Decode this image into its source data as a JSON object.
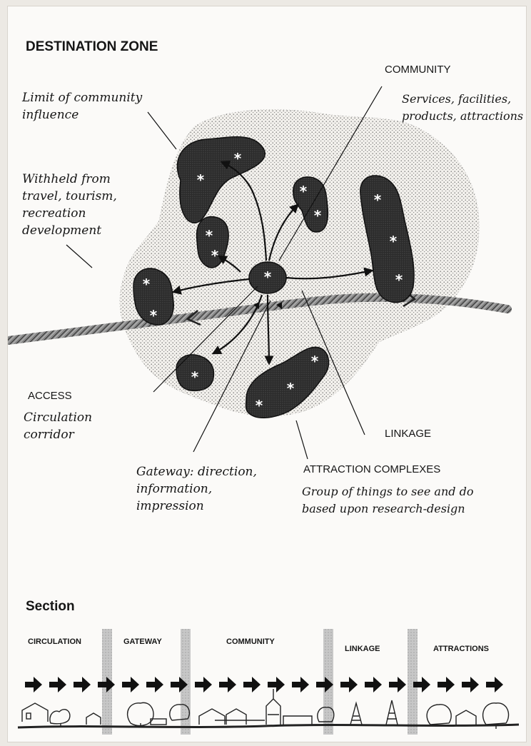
{
  "diagram": {
    "title": "DESTINATION ZONE",
    "labels": {
      "community": "COMMUNITY",
      "community_note": [
        "Services, facilities,",
        "products, attractions"
      ],
      "limit": [
        "Limit of community",
        "influence"
      ],
      "withheld": [
        "Withheld from",
        "travel, tourism,",
        "recreation",
        "development"
      ],
      "access": "ACCESS",
      "access_note": [
        "Circulation",
        "corridor"
      ],
      "linkage": "LINKAGE",
      "gateway_note": [
        "Gateway: direction,",
        "information,",
        "impression"
      ],
      "attractions": "ATTRACTION COMPLEXES",
      "attractions_note": [
        "Group of things to see and do",
        "based upon research-design"
      ]
    }
  },
  "section": {
    "title": "Section",
    "stages": [
      "CIRCULATION",
      "GATEWAY",
      "COMMUNITY",
      "LINKAGE",
      "ATTRACTIONS"
    ]
  }
}
